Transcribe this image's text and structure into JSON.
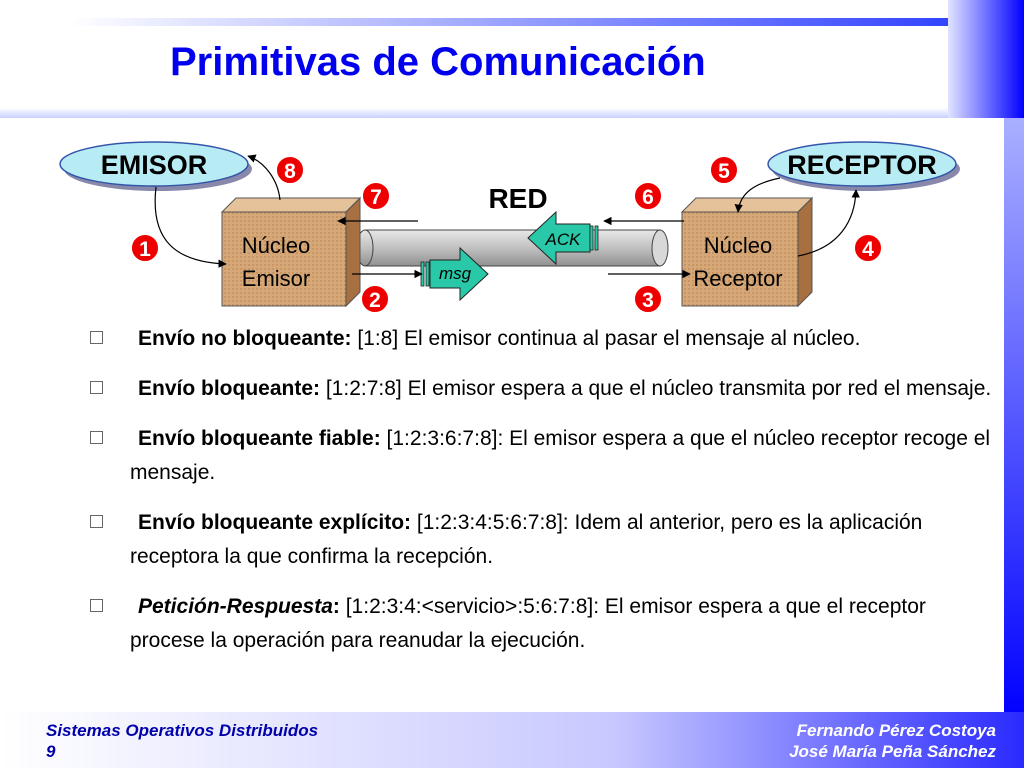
{
  "title": "Primitivas de Comunicación",
  "diagram": {
    "emisor": "EMISOR",
    "receptor": "RECEPTOR",
    "red": "RED",
    "nucleo_emisor": [
      "Núcleo",
      "Emisor"
    ],
    "nucleo_receptor": [
      "Núcleo",
      "Receptor"
    ],
    "ack": "ACK",
    "msg": "msg",
    "steps": [
      "1",
      "2",
      "3",
      "4",
      "5",
      "6",
      "7",
      "8"
    ],
    "colors": {
      "step_badge": "#ee0000",
      "box": "#d4a070",
      "pipe": "#c8c8c8",
      "ellipse": "#b0e8f0",
      "arrow": "#20c0a0"
    }
  },
  "bullets": [
    {
      "lead": "Envío no bloqueante:",
      "italic": false,
      "text": " [1:8] El emisor continua al pasar el mensaje al núcleo."
    },
    {
      "lead": "Envío bloqueante:",
      "italic": false,
      "text": " [1:2:7:8] El emisor espera a que el núcleo transmita por red el mensaje."
    },
    {
      "lead": "Envío bloqueante fiable:",
      "italic": false,
      "text": " [1:2:3:6:7:8]: El emisor espera a que el núcleo receptor recoge el mensaje."
    },
    {
      "lead": "Envío bloqueante explícito:",
      "italic": false,
      "text": " [1:2:3:4:5:6:7:8]: Idem al anterior, pero es la aplicación receptora la que confirma la recepción."
    },
    {
      "lead": "Petición-Respuesta",
      "lead_suffix": ":",
      "italic": true,
      "text": " [1:2:3:4:<servicio>:5:6:7:8]: El emisor espera a que el receptor procese la operación para reanudar la ejecución."
    }
  ],
  "footer": {
    "course": "Sistemas Operativos Distribuidos",
    "page": "9",
    "author1": "Fernando Pérez Costoya",
    "author2": "José María Peña Sánchez"
  }
}
